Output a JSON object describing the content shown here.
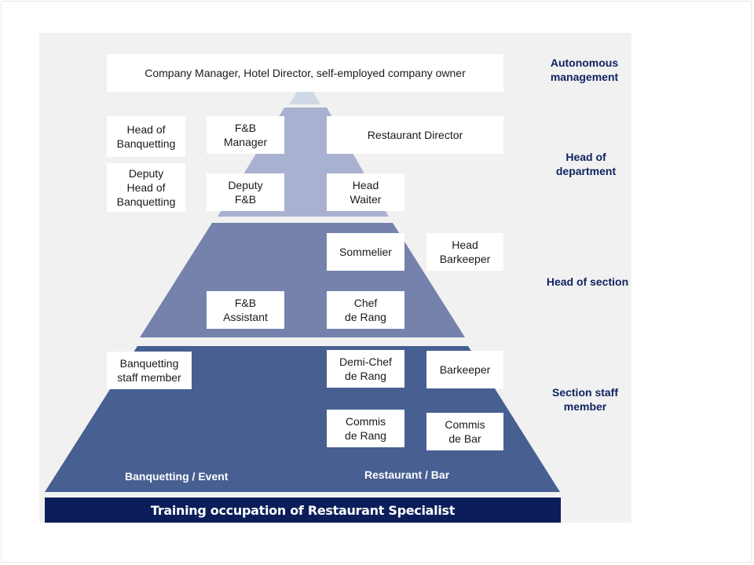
{
  "diagram": {
    "colors": {
      "tip": "#d0dae6",
      "layer_upper": "#a8b1d0",
      "layer_middle": "#7482ac",
      "layer_bottom": "#475f91",
      "bar": "#0c1e5a",
      "level_text": "#0f2461",
      "panel": "#f1f1f1"
    },
    "top_box": "Company Manager, Hotel Director, self-employed company owner",
    "positions": {
      "head_of_banquetting": "Head of\nBanquetting",
      "deputy_head_of_banquetting": "Deputy\nHead of\nBanquetting",
      "fb_manager": "F&B\nManager",
      "restaurant_director": "Restaurant Director",
      "deputy_fb": "Deputy\nF&B",
      "head_waiter": "Head\nWaiter",
      "sommelier": "Sommelier",
      "head_barkeeper": "Head\nBarkeeper",
      "fb_assistant": "F&B\nAssistant",
      "chef_de_rang": "Chef\nde Rang",
      "banquetting_staff_member": "Banquetting\nstaff member",
      "demi_chef_de_rang": "Demi-Chef\nde Rang",
      "barkeeper": "Barkeeper",
      "commis_de_rang": "Commis\nde Rang",
      "commis_de_bar": "Commis\nde Bar"
    },
    "levels": {
      "autonomous_management": "Autonomous\nmanagement",
      "head_of_department": "Head of\ndepartment",
      "head_of_section": "Head of section",
      "section_staff_member": "Section staff\nmember"
    },
    "areas": {
      "banquetting_event": "Banquetting / Event",
      "restaurant_bar": "Restaurant / Bar"
    },
    "footer": "Training occupation of Restaurant Specialist"
  }
}
